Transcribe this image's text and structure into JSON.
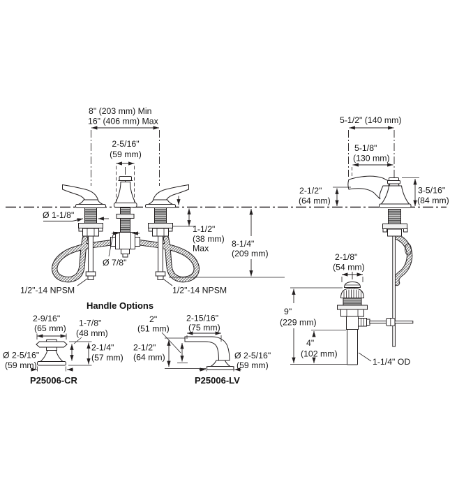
{
  "colors": {
    "ink": "#231f20",
    "background": "#ffffff"
  },
  "front_view": {
    "spread_min": "8\" (203 mm) Min",
    "spread_max": "16\" (406 mm) Max",
    "spout_center_1": "2-5/16\"",
    "spout_center_2": "(59 mm)",
    "shank_dia": "Ø 1-1/8\"",
    "valve_dia": "Ø 7/8\"",
    "deck_thickness_1": "1-1/2\"",
    "deck_thickness_2": "(38 mm)",
    "deck_thickness_3": "Max",
    "below_deck_1": "8-1/4\"",
    "below_deck_2": "(209 mm)",
    "npsm_left": "1/2\"-14 NPSM",
    "npsm_right": "1/2\"-14 NPSM"
  },
  "side_view": {
    "reach_overall": "5-1/2\" (140 mm)",
    "reach_1": "5-1/8\"",
    "reach_2": "(130 mm)",
    "clearance_1": "2-1/2\"",
    "clearance_2": "(64 mm)",
    "height_1": "3-5/16\"",
    "height_2": "(84 mm)"
  },
  "drain": {
    "flange_1": "2-1/8\"",
    "flange_2": "(54 mm)",
    "overall_1": "9\"",
    "overall_2": "(229 mm)",
    "tailpiece_1": "4\"",
    "tailpiece_2": "(102 mm)",
    "od_label": "1-1/4\" OD"
  },
  "handles": {
    "heading": "Handle Options",
    "cr": {
      "width_1": "2-9/16\"",
      "width_2": "(65 mm)",
      "height1_1": "1-7/8\"",
      "height1_2": "(48 mm)",
      "height2_1": "2-1/4\"",
      "height2_2": "(57 mm)",
      "base_dia_1": "Ø 2-5/16\"",
      "base_dia_2": "(59 mm)",
      "part_number": "P25006-CR"
    },
    "lv": {
      "length_1": "2\"",
      "length_2": "(51 mm)",
      "reach_1": "2-15/16\"",
      "reach_2": "(75 mm)",
      "height_1": "2-1/2\"",
      "height_2": "(64 mm)",
      "base_dia_1": "Ø 2-5/16\"",
      "base_dia_2": "(59 mm)",
      "part_number": "P25006-LV"
    }
  }
}
